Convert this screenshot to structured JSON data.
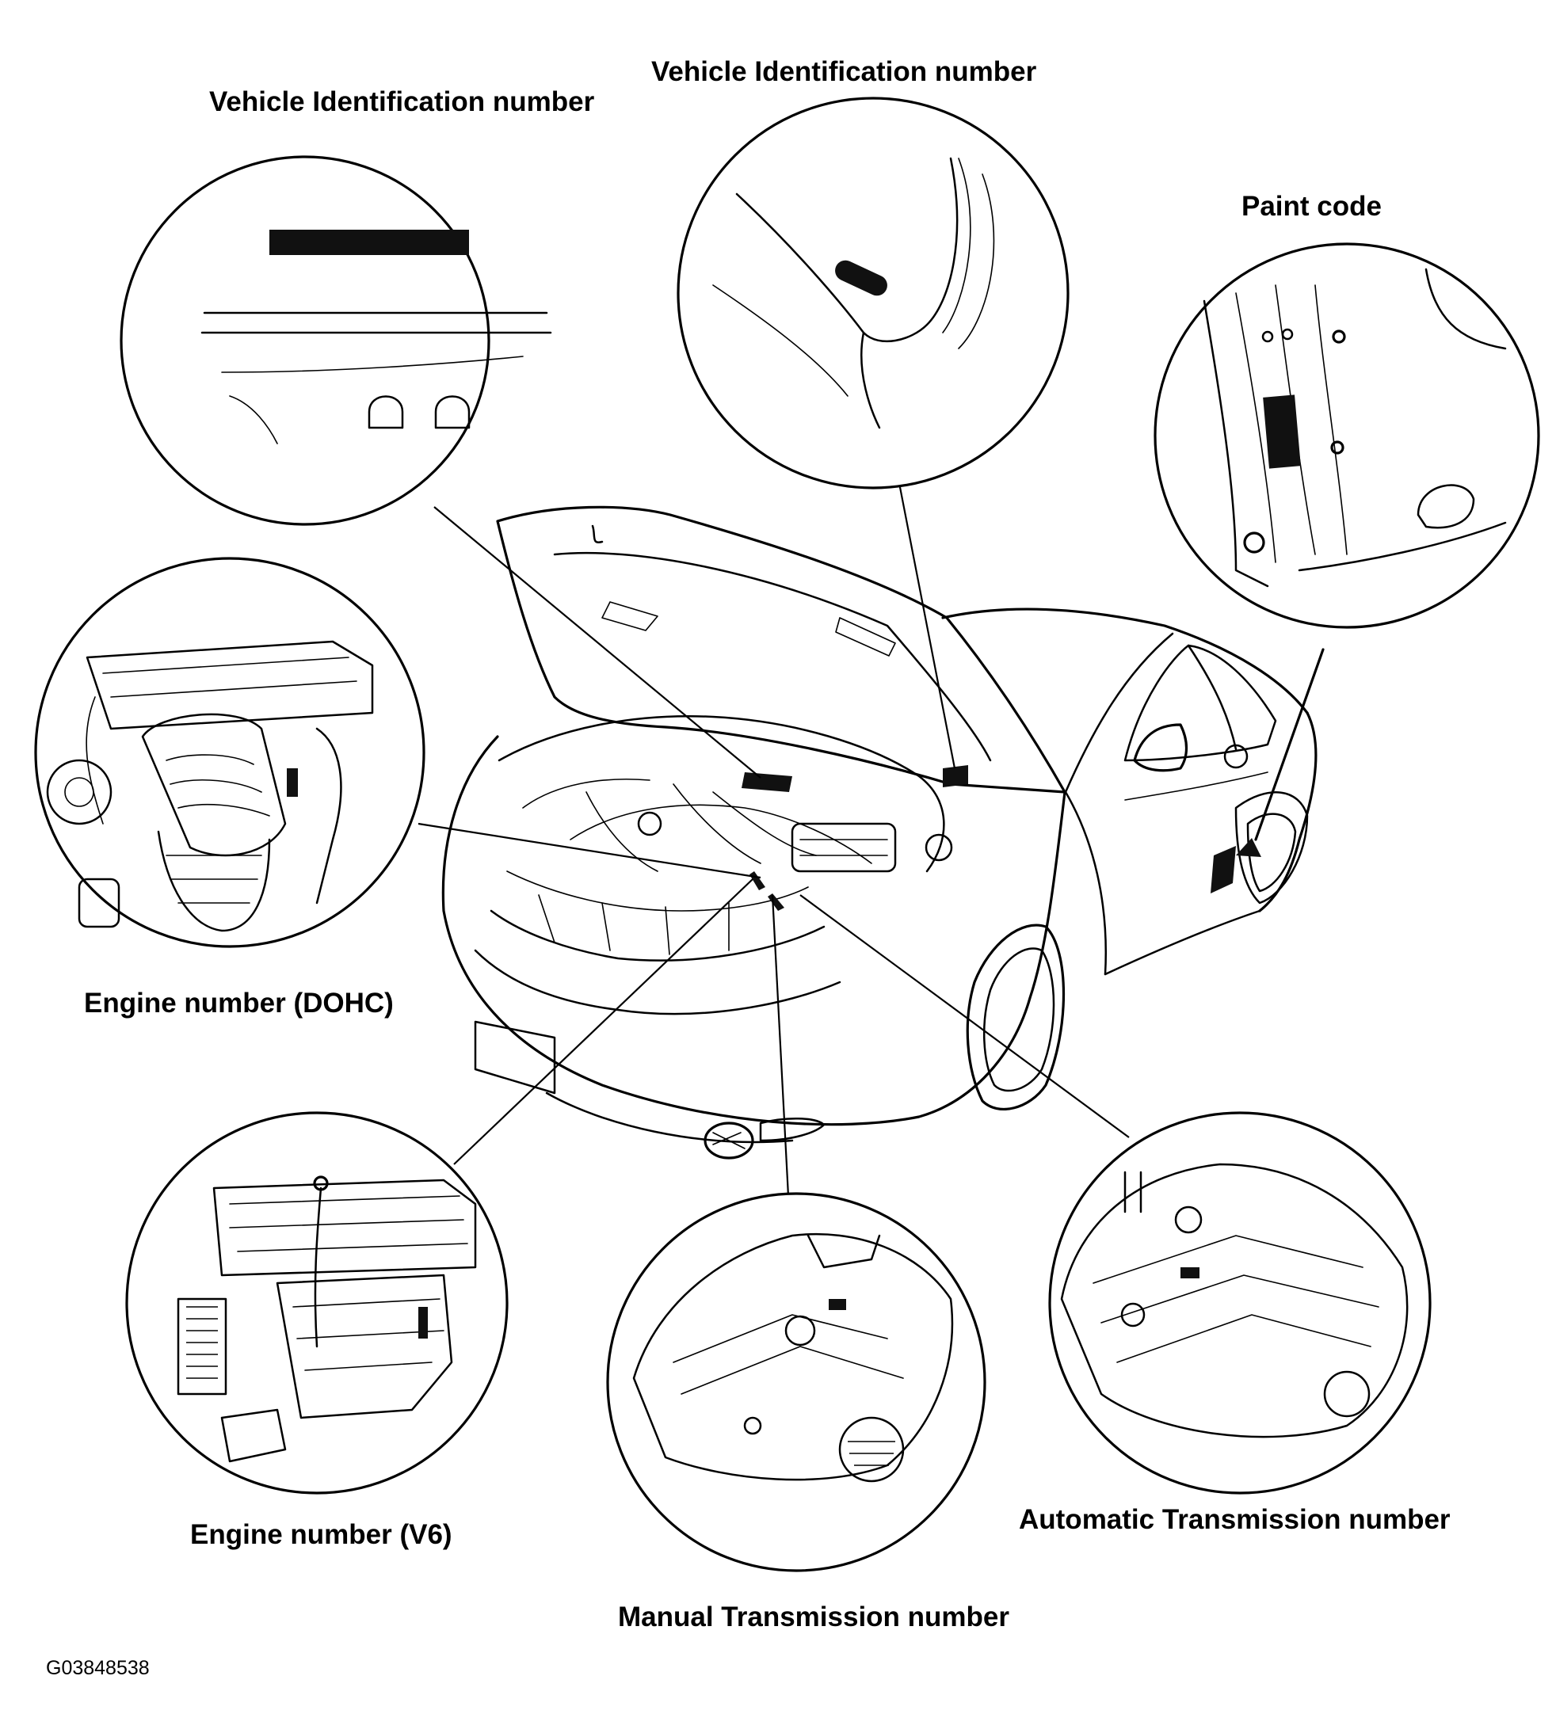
{
  "labels": {
    "vin_left": "Vehicle Identification number",
    "vin_right": "Vehicle Identification number",
    "paint_code": "Paint code",
    "engine_dohc": "Engine number (DOHC)",
    "engine_v6": "Engine number (V6)",
    "manual_transmission": "Manual Transmission number",
    "automatic_transmission": "Automatic Transmission number"
  },
  "figure_code": "G03848538"
}
